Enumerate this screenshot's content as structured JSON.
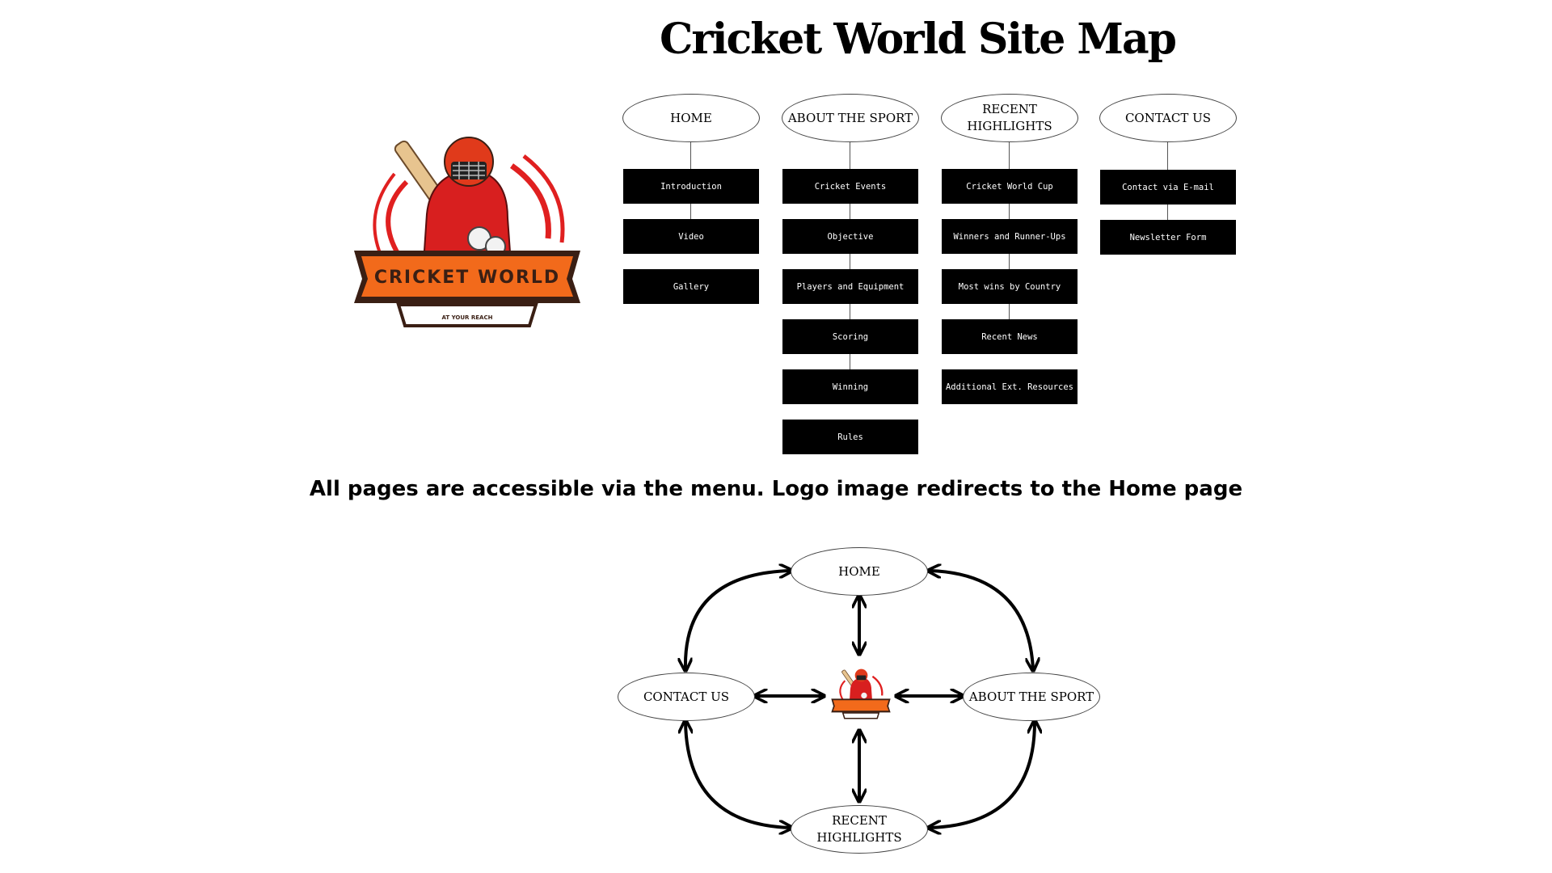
{
  "title": "Cricket World Site Map",
  "logo": {
    "name": "CRICKET WORLD",
    "tagline": "AT YOUR REACH",
    "colors": {
      "red": "#e02020",
      "orange": "#f26a1b",
      "dark": "#3a1f14"
    }
  },
  "sitemap": [
    {
      "label": "HOME",
      "pages": [
        "Introduction",
        "Video",
        "Gallery"
      ]
    },
    {
      "label": "ABOUT THE SPORT",
      "pages": [
        "Cricket Events",
        "Objective",
        "Players and Equipment",
        "Scoring",
        "Winning",
        "Rules"
      ]
    },
    {
      "label": "RECENT HIGHLIGHTS",
      "pages": [
        "Cricket World Cup",
        "Winners and Runner-Ups",
        "Most wins by Country",
        "Recent News",
        "Additional Ext. Resources"
      ]
    },
    {
      "label": "CONTACT US",
      "pages": [
        "Contact via E-mail",
        "Newsletter Form"
      ]
    }
  ],
  "note": "All pages are accessible via the menu. Logo image redirects to the Home page",
  "network": {
    "home": "HOME",
    "about": "ABOUT THE SPORT",
    "highlights": "RECENT HIGHLIGHTS",
    "contact": "CONTACT US"
  }
}
